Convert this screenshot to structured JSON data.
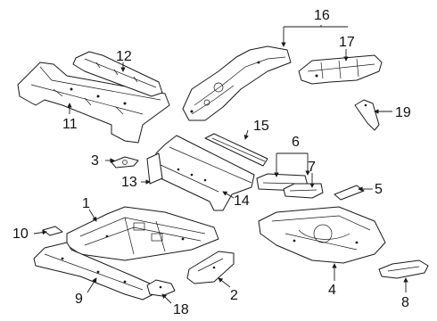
{
  "diagram": {
    "callouts": [
      {
        "id": "1",
        "label": "1"
      },
      {
        "id": "2",
        "label": "2"
      },
      {
        "id": "3",
        "label": "3"
      },
      {
        "id": "4",
        "label": "4"
      },
      {
        "id": "5",
        "label": "5"
      },
      {
        "id": "6",
        "label": "6"
      },
      {
        "id": "7",
        "label": "7"
      },
      {
        "id": "8",
        "label": "8"
      },
      {
        "id": "9",
        "label": "9"
      },
      {
        "id": "10",
        "label": "10"
      },
      {
        "id": "11",
        "label": "11"
      },
      {
        "id": "12",
        "label": "12"
      },
      {
        "id": "13",
        "label": "13"
      },
      {
        "id": "14",
        "label": "14"
      },
      {
        "id": "15",
        "label": "15"
      },
      {
        "id": "16",
        "label": "16"
      },
      {
        "id": "17",
        "label": "17"
      },
      {
        "id": "18",
        "label": "18"
      },
      {
        "id": "19",
        "label": "19"
      }
    ],
    "colors": {
      "line": "#1a1a1a",
      "background": "#ffffff"
    }
  }
}
